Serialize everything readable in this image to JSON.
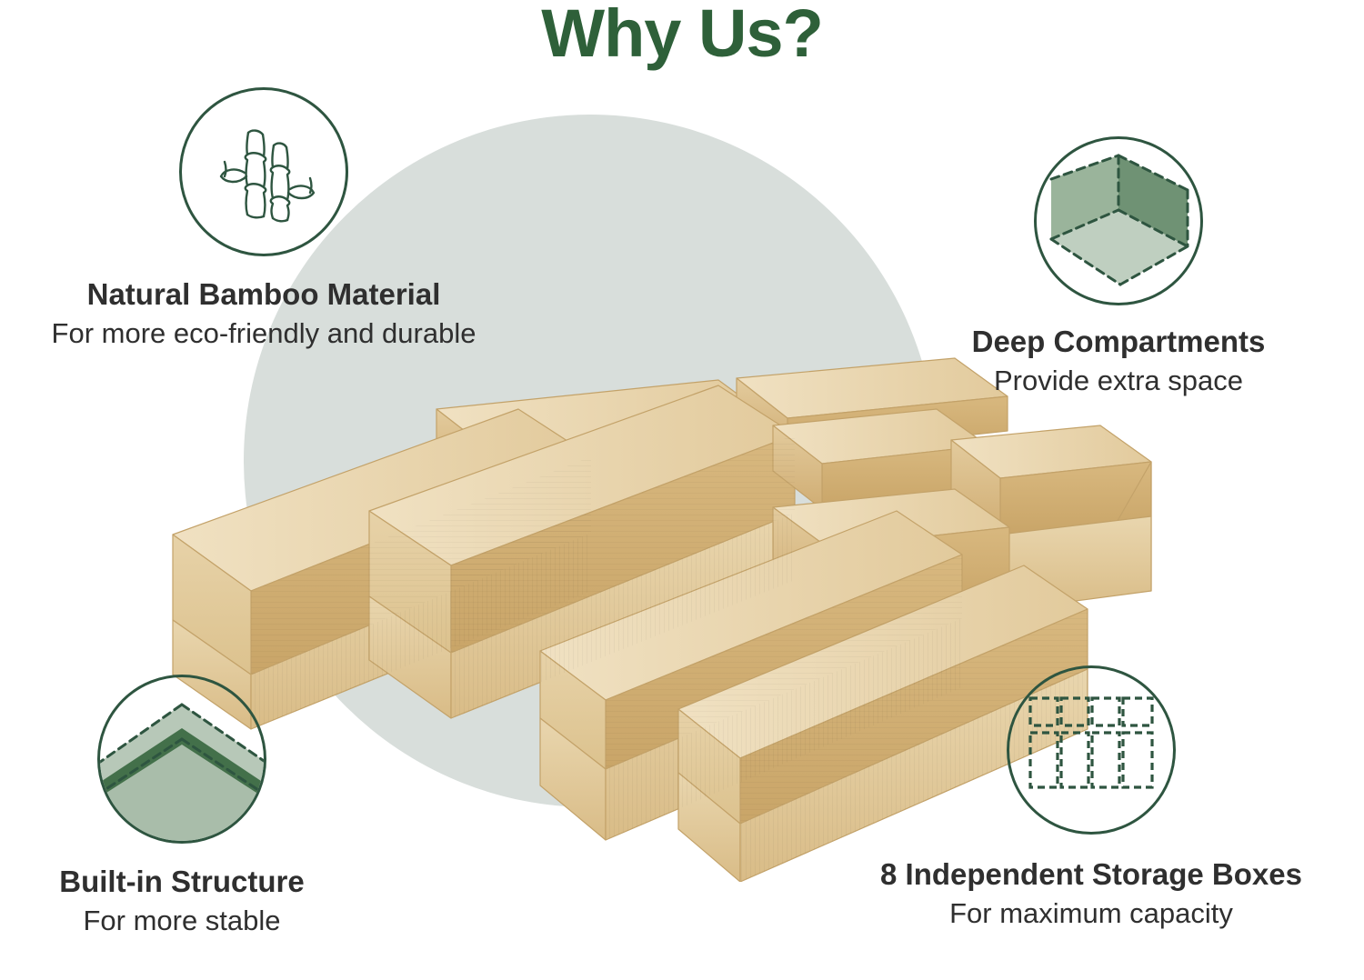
{
  "page": {
    "title": "Why Us?",
    "title_color": "#2e6039",
    "background_color": "#ffffff",
    "backdrop_circle_color": "#d8dedb",
    "heading_text_color": "#2f2f2f",
    "icon_outline_color": "#2e5540"
  },
  "features": [
    {
      "id": "natural-bamboo-material",
      "icon": "bamboo-icon",
      "title": "Natural Bamboo Material",
      "subtitle": "For more eco-friendly and durable"
    },
    {
      "id": "deep-compartments",
      "icon": "deep-box-corner-icon",
      "title": "Deep Compartments",
      "subtitle": "Provide extra space"
    },
    {
      "id": "built-in-structure",
      "icon": "corner-joint-icon",
      "title": "Built-in Structure",
      "subtitle": "For more stable"
    },
    {
      "id": "8-independent-storage-boxes",
      "icon": "dashed-grid-icon",
      "title": "8 Independent Storage Boxes",
      "subtitle": "For maximum capacity"
    }
  ],
  "product": {
    "name": "bamboo-storage-box-set",
    "description": "Eight open bamboo storage boxes arranged in a tray layout, shown in three-quarter perspective",
    "box_count": 8,
    "wood_light": "#ecdcb8",
    "wood_mid": "#ddc191",
    "wood_dark": "#c9a straight",
    "wood_shadow": "#b8934f"
  }
}
